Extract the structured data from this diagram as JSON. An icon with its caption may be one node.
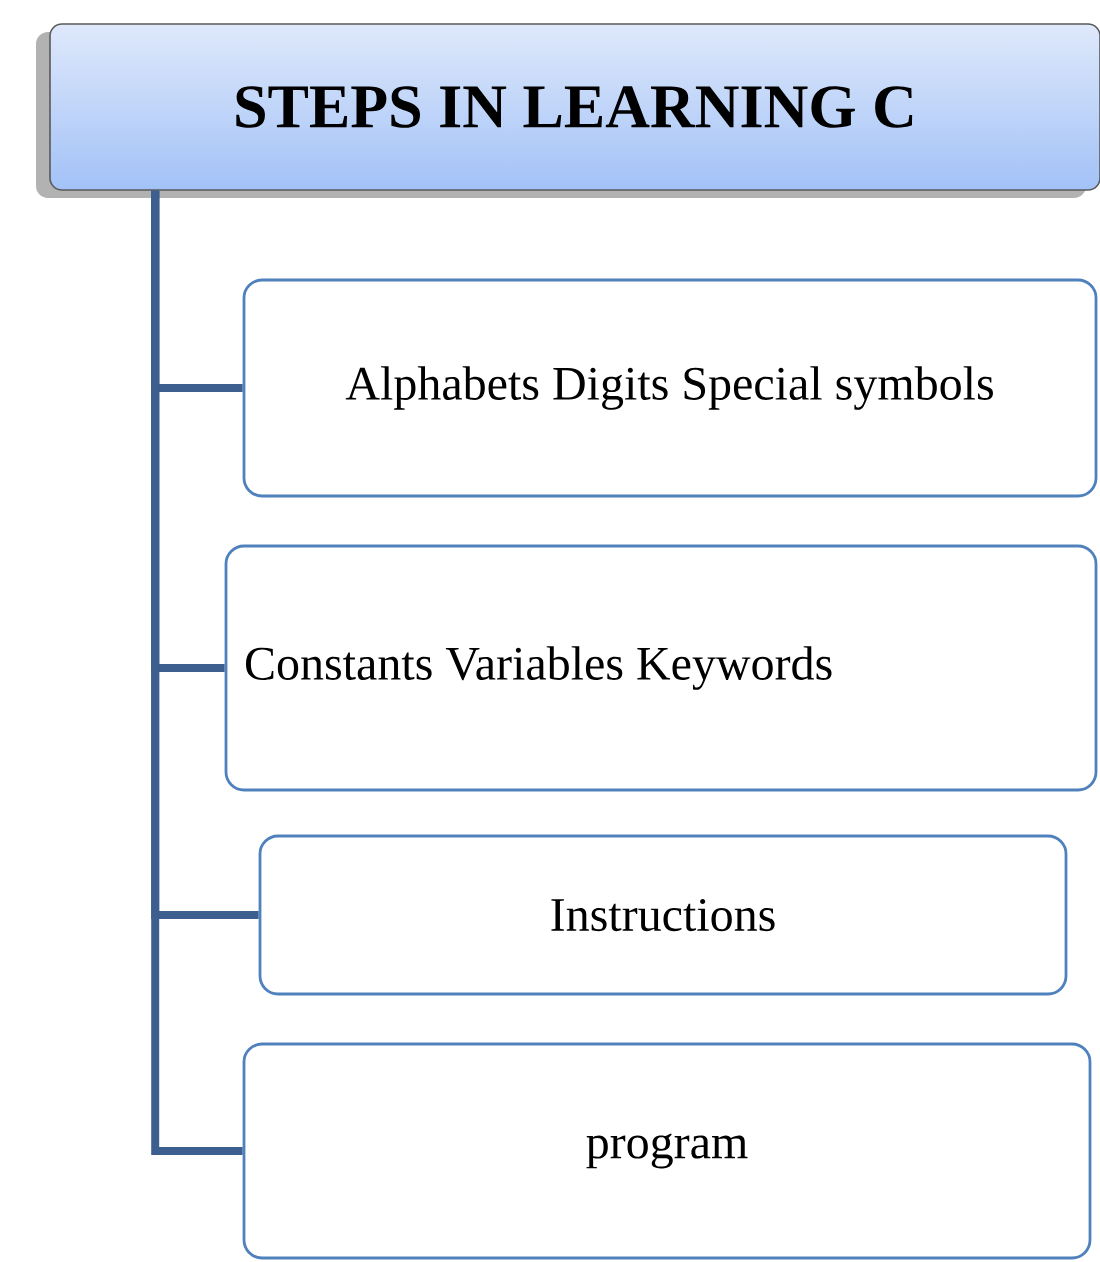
{
  "diagram": {
    "nodes": [
      {
        "text": [
          "STEPS IN LEARNING C"
        ]
      },
      {
        "text": [
          "Alphabets Digits Special symbols"
        ]
      },
      {
        "text": [
          "Constants Variables Keywords"
        ]
      },
      {
        "text": [
          "Instructions"
        ]
      },
      {
        "text": [
          "program"
        ]
      }
    ],
    "edges": [
      {
        "from": 0,
        "to": 1,
        "arrow": "none"
      },
      {
        "from": 0,
        "to": 2,
        "arrow": "none"
      },
      {
        "from": 0,
        "to": 3,
        "arrow": "none"
      },
      {
        "from": 0,
        "to": 4,
        "arrow": "none"
      }
    ]
  }
}
